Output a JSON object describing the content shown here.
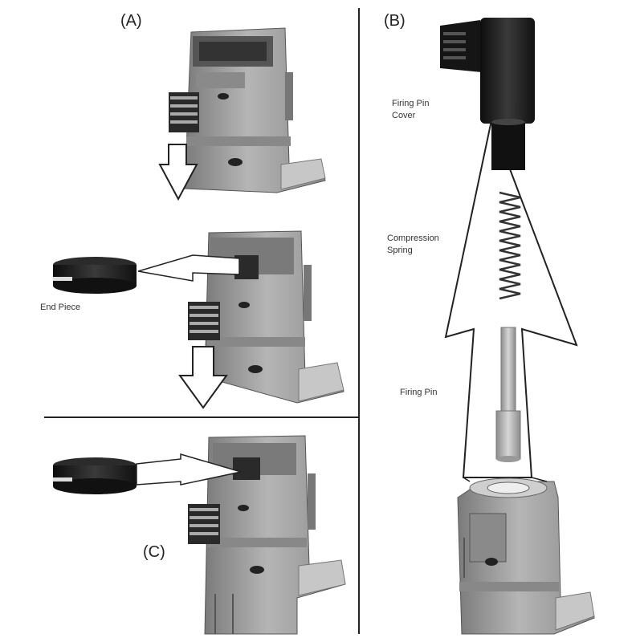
{
  "panels": {
    "a": "(A)",
    "b": "(B)",
    "c": "(C)"
  },
  "labels": {
    "end_piece": "End Piece",
    "firing_pin_cover_line1": "Firing Pin",
    "firing_pin_cover_line2": "Cover",
    "spring_line1": "Compression",
    "spring_line2": "Spring",
    "firing_pin": "Firing Pin"
  },
  "colors": {
    "metal": "#9a9a9a",
    "metal_dark": "#6e6e6e",
    "metal_light": "#cfcfcf",
    "black_part": "#1a1a1a",
    "line": "#222222"
  }
}
